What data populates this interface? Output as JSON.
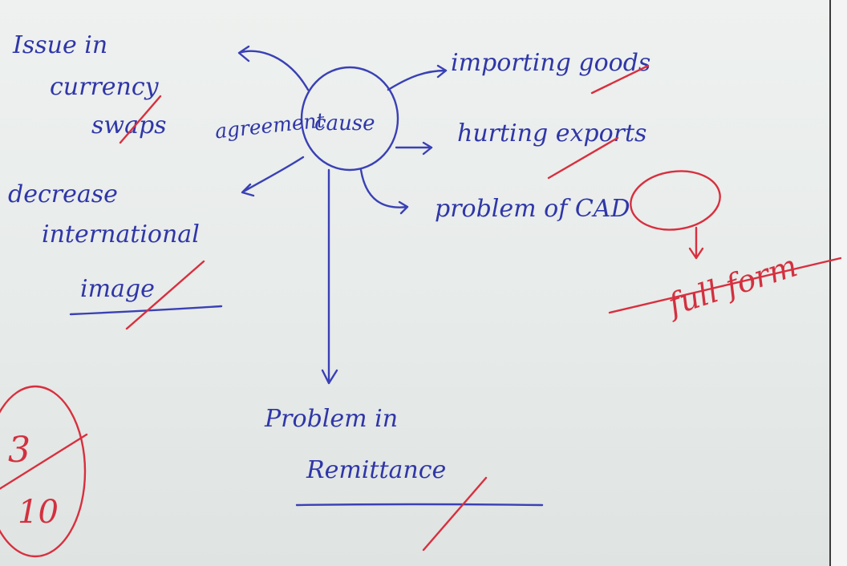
{
  "center": {
    "label": "cause",
    "side_label": "agreement"
  },
  "left_branches": {
    "issue_lines": [
      "Issue in",
      "currency",
      "swaps"
    ],
    "decrease_lines": [
      "decrease",
      "international",
      "image"
    ]
  },
  "right_branches": [
    "importing goods",
    "hurting exports",
    "problem of CAD"
  ],
  "bottom_branch": [
    "Problem in",
    "Remittance"
  ],
  "grading": {
    "remark": "full form",
    "score_numerator": "3",
    "score_denominator": "10"
  },
  "colors": {
    "ink_blue": "#2f36a8",
    "ink_red": "#d3303f",
    "paper": "#eef1ef"
  }
}
